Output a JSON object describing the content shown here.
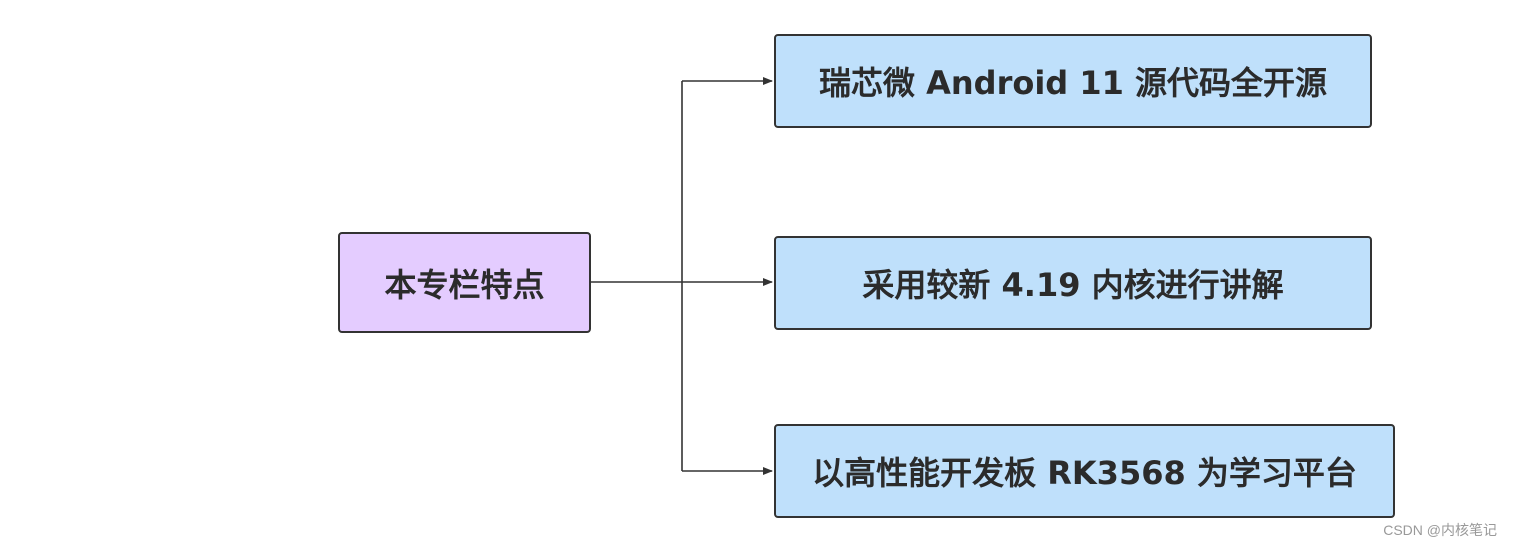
{
  "diagram": {
    "root": {
      "label": "本专栏特点",
      "fill": "#e4ccff"
    },
    "children": [
      {
        "label": "瑞芯微 Android 11 源代码全开源",
        "fill": "#bfe0fb"
      },
      {
        "label": "采用较新 4.19 内核进行讲解",
        "fill": "#bfe0fb"
      },
      {
        "label": "以高性能开发板 RK3568 为学习平台",
        "fill": "#bfe0fb"
      }
    ],
    "line_color": "#333333"
  },
  "watermark": {
    "text": "CSDN @内核笔记"
  }
}
